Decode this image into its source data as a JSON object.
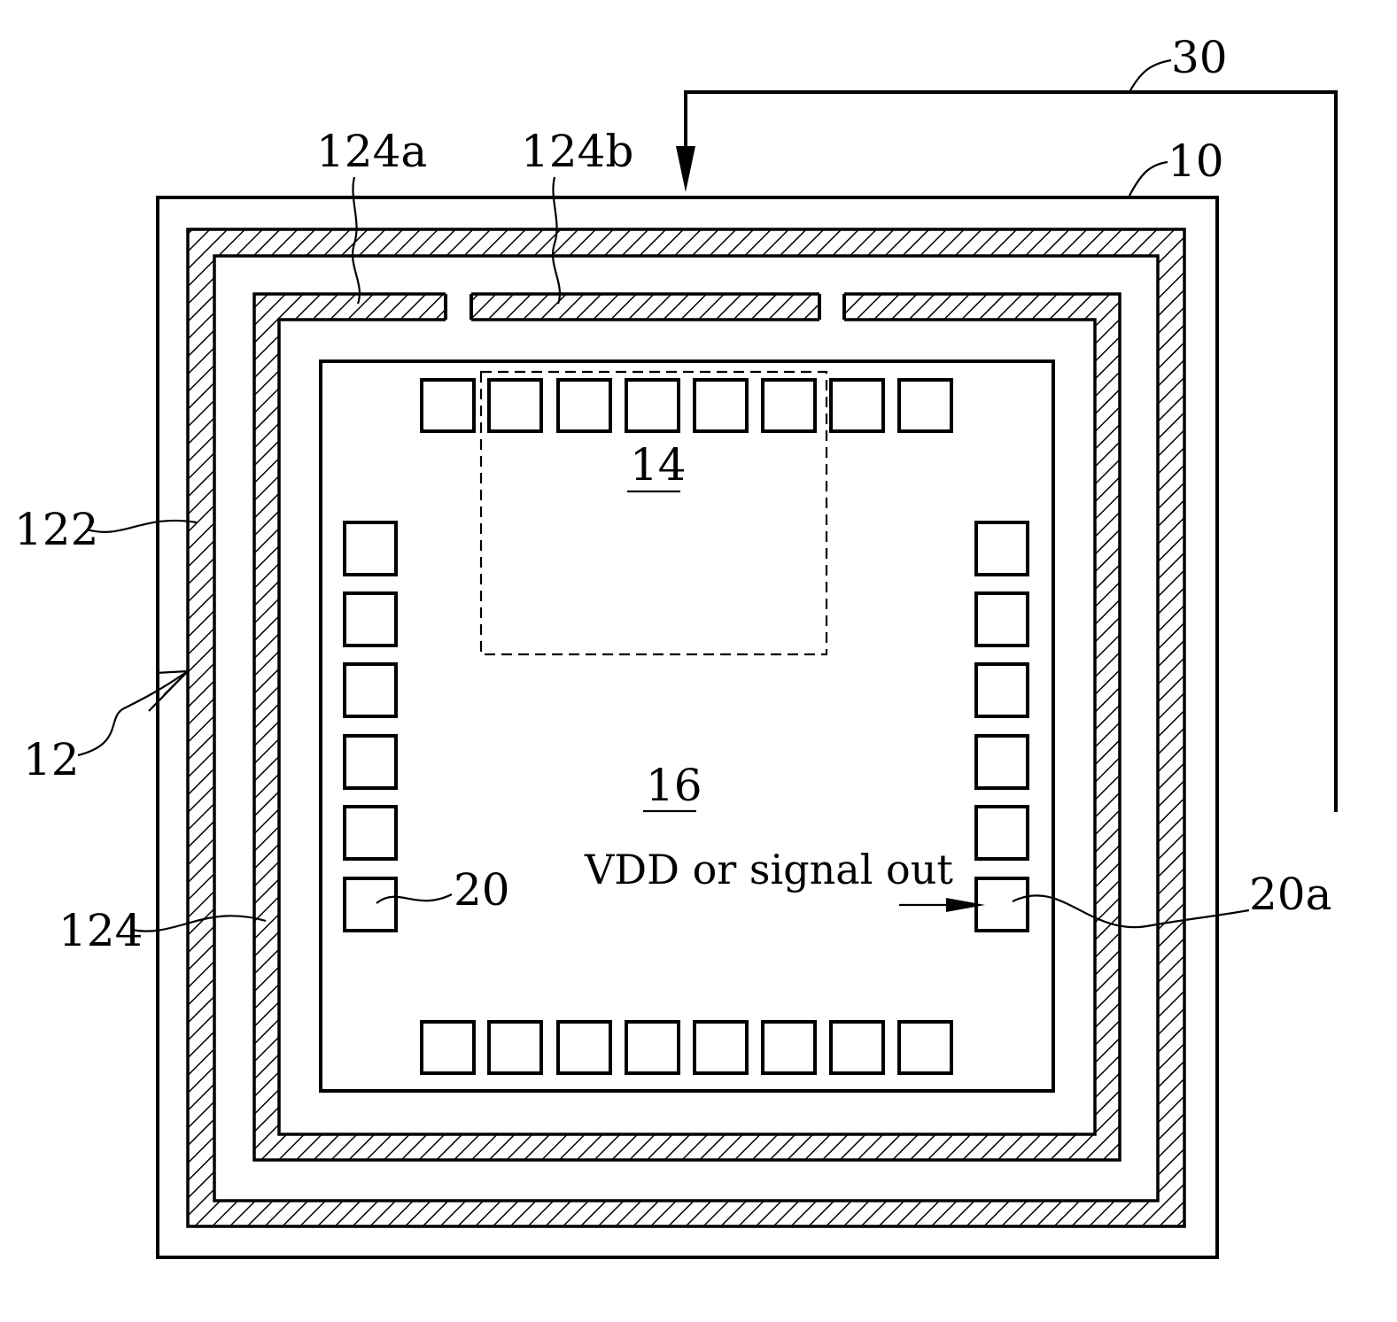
{
  "labels": {
    "l30": "30",
    "l10": "10",
    "l124a": "124a",
    "l124b": "124b",
    "l14": "14",
    "l122": "122",
    "l12": "12",
    "l16": "16",
    "vdd": "VDD or signal out",
    "l20": "20",
    "l20a": "20a",
    "l124": "124"
  }
}
